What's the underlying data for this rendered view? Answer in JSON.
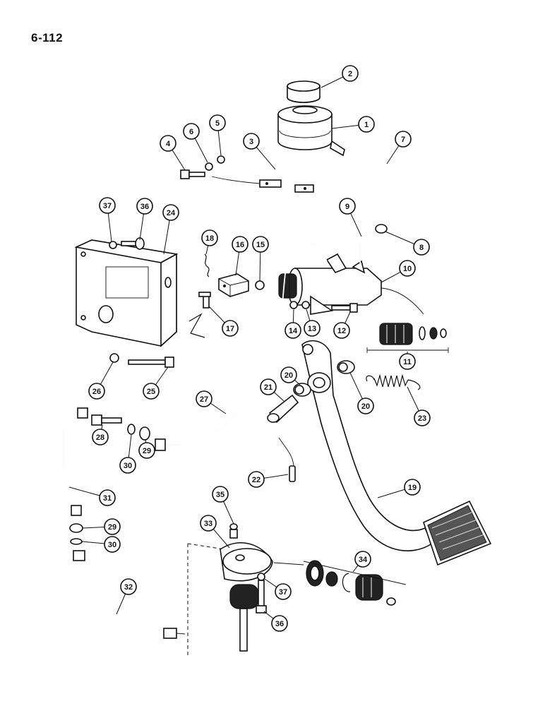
{
  "page_number": "6-112",
  "callouts": [
    "1",
    "2",
    "3",
    "4",
    "5",
    "6",
    "7",
    "8",
    "9",
    "10",
    "11",
    "12",
    "13",
    "14",
    "15",
    "16",
    "17",
    "18",
    "19",
    "20",
    "20",
    "21",
    "22",
    "23",
    "24",
    "25",
    "26",
    "27",
    "28",
    "29",
    "29",
    "30",
    "30",
    "31",
    "32",
    "33",
    "34",
    "35",
    "36",
    "36",
    "37",
    "37"
  ],
  "colors": {
    "ink": "#111111",
    "paper": "#ffffff"
  }
}
